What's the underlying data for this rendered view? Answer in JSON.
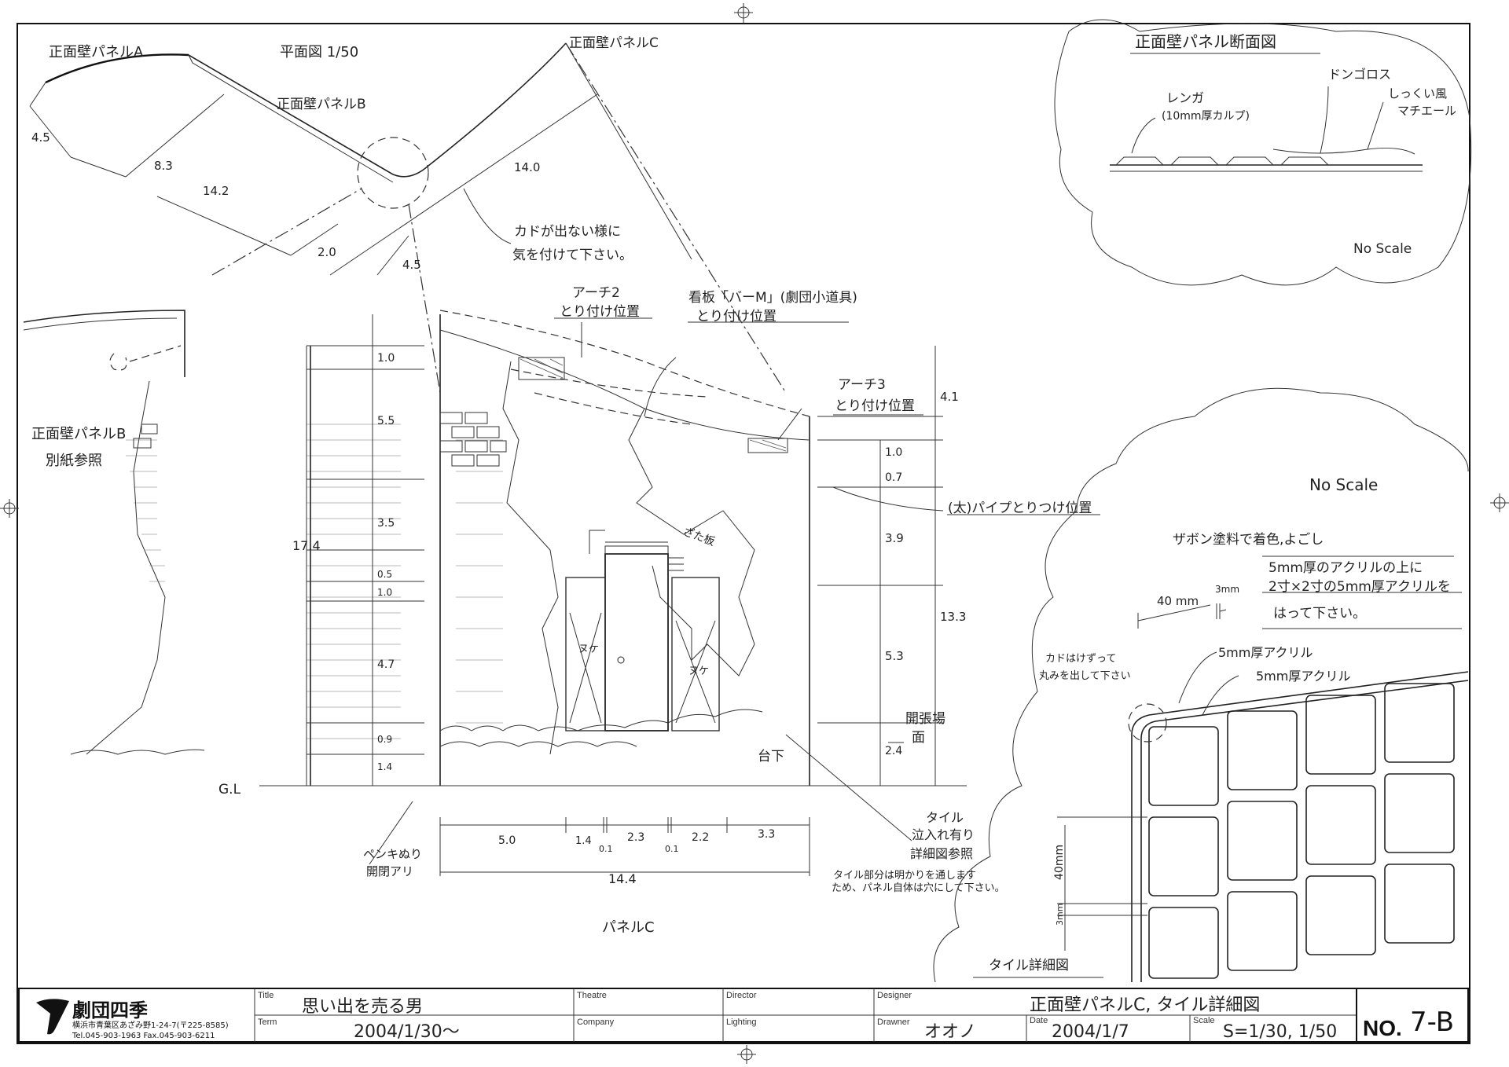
{
  "plan": {
    "title": "平面図 1/50",
    "panel_a": "正面壁パネルA",
    "panel_b": "正面壁パネルB",
    "panel_c": "正面壁パネルC",
    "dims": [
      "4.5",
      "8.3",
      "14.2",
      "14.0",
      "2.0",
      "4.5"
    ],
    "note_line1": "カドが出ない様に",
    "note_line2": "気を付けて下さい。"
  },
  "section": {
    "title": "正面壁パネル断面図",
    "brick": "レンガ",
    "brick_sub": "(10mm厚カルプ)",
    "dongoros": "ドンゴロス",
    "plaster1": "しっくい風",
    "plaster2": "マチエール",
    "scale": "No Scale"
  },
  "elevation": {
    "arch2_1": "アーチ2",
    "arch2_2": "とり付け位置",
    "sign1": "看板「バーM」(劇団小道具)",
    "sign2": "とり付け位置",
    "arch3_1": "アーチ3",
    "arch3_2": "とり付け位置",
    "panel_b1": "正面壁パネルB",
    "panel_b2": "別紙参照",
    "pipe": "(太)パイプとりつけ位置",
    "board": "ざた板",
    "nuke1": "ヌケ",
    "nuke2": "ヌケ",
    "kaicho1": "開張場",
    "kaicho2": "面",
    "daishita": "台下",
    "gl": "G.L",
    "paint1": "ペンキぬり",
    "paint2": "開閉アリ",
    "tile1": "タイル",
    "tile2": "泣入れ有り",
    "tile3": "詳細図参照",
    "tile_note1": "タイル部分は明かりを通します",
    "tile_note2": "ため、パネル自体は穴にして下さい。",
    "panel_c": "パネルC",
    "left_dims": [
      "1.0",
      "5.5",
      "3.5",
      "0.5",
      "1.0",
      "4.7",
      "0.9",
      "1.4"
    ],
    "left_total": "17.4",
    "right_dims": [
      "1.0",
      "0.7",
      "3.9",
      "5.3",
      "2.4"
    ],
    "right_total_a": "4.1",
    "right_total_b": "13.3",
    "bottom_dims": [
      "5.0",
      "1.4",
      "0.1",
      "2.3",
      "0.1",
      "2.2",
      "3.3"
    ],
    "bottom_total": "14.4"
  },
  "tile_detail": {
    "scale": "No Scale",
    "note1": "ザボン塗料で着色,よごし",
    "note2": "5mm厚のアクリルの上に",
    "note3": "2寸×2寸の5mm厚アクリルを",
    "note4": "はって下さい。",
    "dim_40": "40 mm",
    "dim_3": "3mm",
    "corner1": "カドはけずって",
    "corner2": "丸みを出して下さい",
    "acrylic1": "5mm厚アクリル",
    "acrylic2": "5mm厚アクリル",
    "vdim_40": "40mm",
    "vdim_3": "3mm",
    "title": "タイル詳細図"
  },
  "title_block": {
    "company": "劇団四季",
    "address": "横浜市青葉区あざみ野1-24-7(〒225-8585)",
    "tel": "Tel.045-903-1963 Fax.045-903-6211",
    "labels": {
      "title": "Title",
      "term": "Term",
      "theatre": "Theatre",
      "company": "Company",
      "director": "Director",
      "lighting": "Lighting",
      "designer": "Designer",
      "drawner": "Drawner",
      "date": "Date",
      "scale": "Scale"
    },
    "title_value": "思い出を売る男",
    "term_value": "2004/1/30～",
    "drawner_value": "オオノ",
    "drawing_name": "正面壁パネルC, タイル詳細図",
    "date_value": "2004/1/7",
    "scale_value": "S=1/30, 1/50",
    "no_label": "NO.",
    "no_value": "7-B"
  }
}
